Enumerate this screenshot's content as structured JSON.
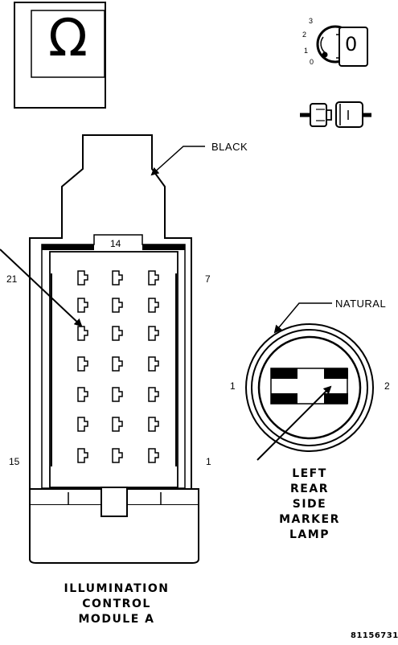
{
  "meter_symbol": "Ω",
  "ignition_key": {
    "positions": [
      "3",
      "2",
      "1",
      "0"
    ],
    "key_glyph": "0"
  },
  "icons": [
    "ohmmeter-icon",
    "ignition-key-icon",
    "connector-disconnect-icon"
  ],
  "connector_a": {
    "color_label": "BLACK",
    "pin_labels": {
      "top": "14",
      "upper_left": "21",
      "upper_right": "7",
      "lower_left": "15",
      "lower_right": "1"
    },
    "name_lines": [
      "ILLUMINATION",
      "CONTROL",
      "MODULE A"
    ]
  },
  "connector_b": {
    "color_label": "NATURAL",
    "pin_labels": {
      "left": "1",
      "right": "2"
    },
    "name_lines": [
      "LEFT",
      "REAR",
      "SIDE",
      "MARKER",
      "LAMP"
    ]
  },
  "figure_code": "81156731"
}
